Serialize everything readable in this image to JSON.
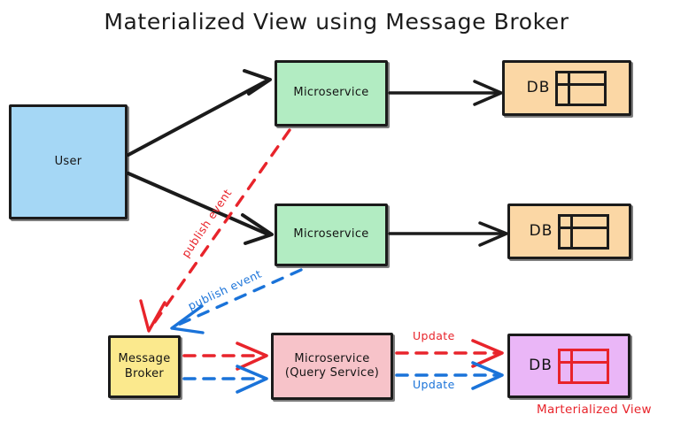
{
  "diagram": {
    "title": "Materialized View using Message Broker",
    "colors": {
      "user_fill": "#a5d7f5",
      "microservice_fill": "#b2ecc2",
      "database_fill": "#fbd7a5",
      "broker_fill": "#fbe98d",
      "query_service_fill": "#f7c3c9",
      "materialized_view_fill": "#eab6f7",
      "stroke": "#1b1b1b",
      "red_flow": "#e8242b",
      "blue_flow": "#1a73d9"
    },
    "nodes": {
      "user": {
        "label": "User"
      },
      "microservice_1": {
        "label": "Microservice"
      },
      "microservice_2": {
        "label": "Microservice"
      },
      "database_1": {
        "label": "DB",
        "icon": "table-icon"
      },
      "database_2": {
        "label": "DB",
        "icon": "table-icon"
      },
      "message_broker": {
        "label": "Message\nBroker",
        "line1": "Message",
        "line2": "Broker"
      },
      "query_service": {
        "label": "Microservice\n(Query Service)",
        "line1": "Microservice",
        "line2": "(Query Service)"
      },
      "materialized_db": {
        "label": "DB",
        "icon": "table-icon",
        "caption": "Marterialized View"
      }
    },
    "edges": [
      {
        "from": "user",
        "to": "microservice_1",
        "style": "solid",
        "color": "#1b1b1b",
        "label": ""
      },
      {
        "from": "user",
        "to": "microservice_2",
        "style": "solid",
        "color": "#1b1b1b",
        "label": ""
      },
      {
        "from": "microservice_1",
        "to": "database_1",
        "style": "solid",
        "color": "#1b1b1b",
        "label": ""
      },
      {
        "from": "microservice_2",
        "to": "database_2",
        "style": "solid",
        "color": "#1b1b1b",
        "label": ""
      },
      {
        "from": "microservice_1",
        "to": "message_broker",
        "style": "dashed",
        "color": "#e8242b",
        "label": "publish event"
      },
      {
        "from": "microservice_2",
        "to": "message_broker",
        "style": "dashed",
        "color": "#1a73d9",
        "label": "publish event"
      },
      {
        "from": "message_broker",
        "to": "query_service",
        "style": "dashed",
        "color": "#e8242b",
        "label": ""
      },
      {
        "from": "message_broker",
        "to": "query_service",
        "style": "dashed",
        "color": "#1a73d9",
        "label": ""
      },
      {
        "from": "query_service",
        "to": "materialized_db",
        "style": "dashed",
        "color": "#e8242b",
        "label": "Update"
      },
      {
        "from": "query_service",
        "to": "materialized_db",
        "style": "dashed",
        "color": "#1a73d9",
        "label": "Update"
      }
    ],
    "labels": {
      "publish_event_red": "publish event",
      "publish_event_blue": "publish event",
      "update_red": "Update",
      "update_blue": "Update",
      "materialized_view": "Marterialized View"
    }
  }
}
